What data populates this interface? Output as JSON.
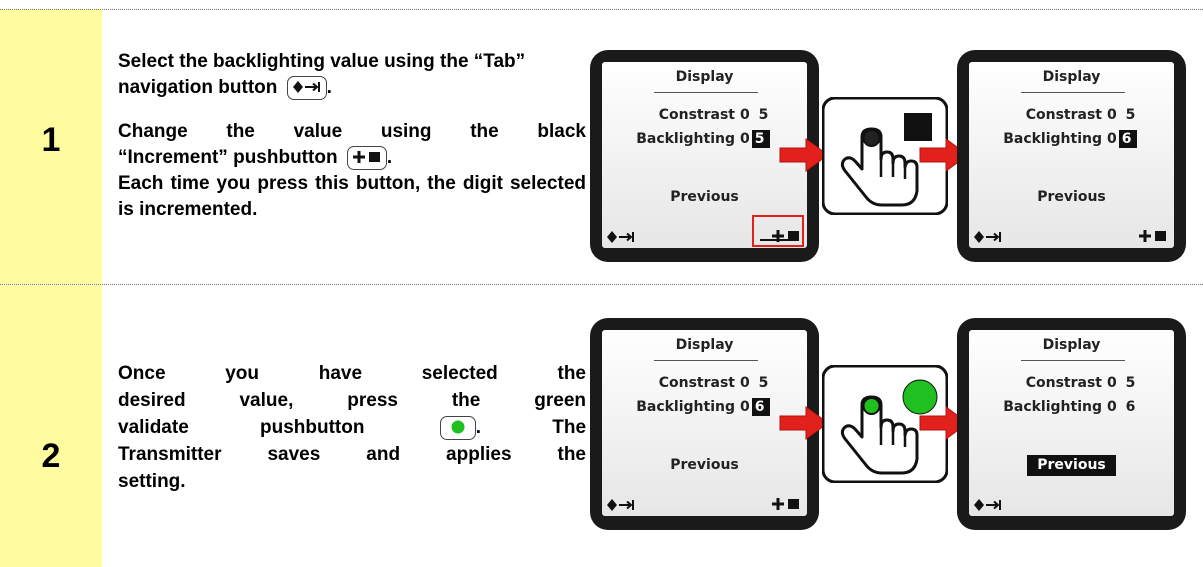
{
  "steps": [
    {
      "number": "1",
      "text": {
        "p1_before": "Select the backlighting value using the “Tab” navigation button",
        "p1_after": ".",
        "p2_line1": "Change the value using the black",
        "p2_line2_before": "“Increment” pushbutton",
        "p2_line2_after": ".",
        "p3": "Each time you press this button, the digit selected is incremented."
      },
      "screen_before": {
        "title": "Display",
        "constrast_label": "Constrast",
        "constrast_value": "0 5",
        "backlighting_label": "Backlighting",
        "backlighting_value_fixed": "0",
        "backlighting_value_selected": "5",
        "previous_label": "Previous"
      },
      "screen_after": {
        "title": "Display",
        "constrast_label": "Constrast",
        "constrast_value": "0 5",
        "backlighting_label": "Backlighting",
        "backlighting_value_fixed": "0",
        "backlighting_value_selected": "6",
        "previous_label": "Previous"
      },
      "pressed_button_color": "#111111"
    },
    {
      "number": "2",
      "text": {
        "p1_l1": "Once you have selected the",
        "p1_l2": "desired value, press the green",
        "p1_l3_before": "validate pushbutton",
        "p1_l3_after": ". The",
        "p1_l4": "Transmitter saves and applies the",
        "p1_l5": "setting."
      },
      "screen_before": {
        "title": "Display",
        "constrast_label": "Constrast",
        "constrast_value": "0 5",
        "backlighting_label": "Backlighting",
        "backlighting_value_fixed": "0",
        "backlighting_value_selected": "6",
        "previous_label": "Previous"
      },
      "screen_after": {
        "title": "Display",
        "constrast_label": "Constrast",
        "constrast_value": "0 5",
        "backlighting_label": "Backlighting",
        "backlighting_value": "0 6",
        "previous_label": "Previous"
      },
      "pressed_button_color": "#20c020"
    }
  ],
  "colors": {
    "step_column": "#fffca0",
    "arrow": "#e3211c",
    "highlight_box": "#e3211c",
    "validate_green": "#20c020"
  },
  "icons": [
    "tab-navigation-icon",
    "increment-pushbutton-icon",
    "validate-pushbutton-icon",
    "hand-press-icon",
    "right-arrow-icon"
  ]
}
